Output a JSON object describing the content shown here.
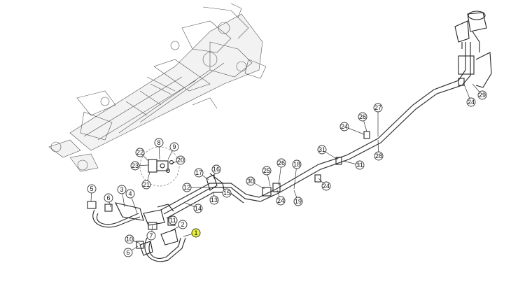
{
  "callouts": [
    {
      "id": "c1",
      "label": "1",
      "highlight": true
    },
    {
      "id": "c2",
      "label": "2"
    },
    {
      "id": "c3",
      "label": "3"
    },
    {
      "id": "c4",
      "label": "4"
    },
    {
      "id": "c5",
      "label": "5"
    },
    {
      "id": "c6a",
      "label": "6"
    },
    {
      "id": "c6b",
      "label": "6"
    },
    {
      "id": "c7",
      "label": "7"
    },
    {
      "id": "c8",
      "label": "8"
    },
    {
      "id": "c9",
      "label": "9"
    },
    {
      "id": "c10",
      "label": "10"
    },
    {
      "id": "c11",
      "label": "11"
    },
    {
      "id": "c12",
      "label": "12"
    },
    {
      "id": "c13",
      "label": "13"
    },
    {
      "id": "c14",
      "label": "14"
    },
    {
      "id": "c15",
      "label": "15"
    },
    {
      "id": "c16",
      "label": "16"
    },
    {
      "id": "c17",
      "label": "17"
    },
    {
      "id": "c18",
      "label": "18"
    },
    {
      "id": "c19",
      "label": "19"
    },
    {
      "id": "c20",
      "label": "20"
    },
    {
      "id": "c21",
      "label": "21"
    },
    {
      "id": "c22",
      "label": "22"
    },
    {
      "id": "c23",
      "label": "23"
    },
    {
      "id": "c24a",
      "label": "24"
    },
    {
      "id": "c24b",
      "label": "24"
    },
    {
      "id": "c24c",
      "label": "24"
    },
    {
      "id": "c24d",
      "label": "24"
    },
    {
      "id": "c25",
      "label": "25"
    },
    {
      "id": "c26a",
      "label": "26"
    },
    {
      "id": "c26b",
      "label": "26"
    },
    {
      "id": "c27",
      "label": "27"
    },
    {
      "id": "c28",
      "label": "28"
    },
    {
      "id": "c29",
      "label": "29"
    },
    {
      "id": "c30",
      "label": "30"
    },
    {
      "id": "c31a",
      "label": "31"
    },
    {
      "id": "c31b",
      "label": "31"
    }
  ],
  "colors": {
    "highlight": "#e9f03a",
    "line": "#333333",
    "background": "#ffffff"
  }
}
